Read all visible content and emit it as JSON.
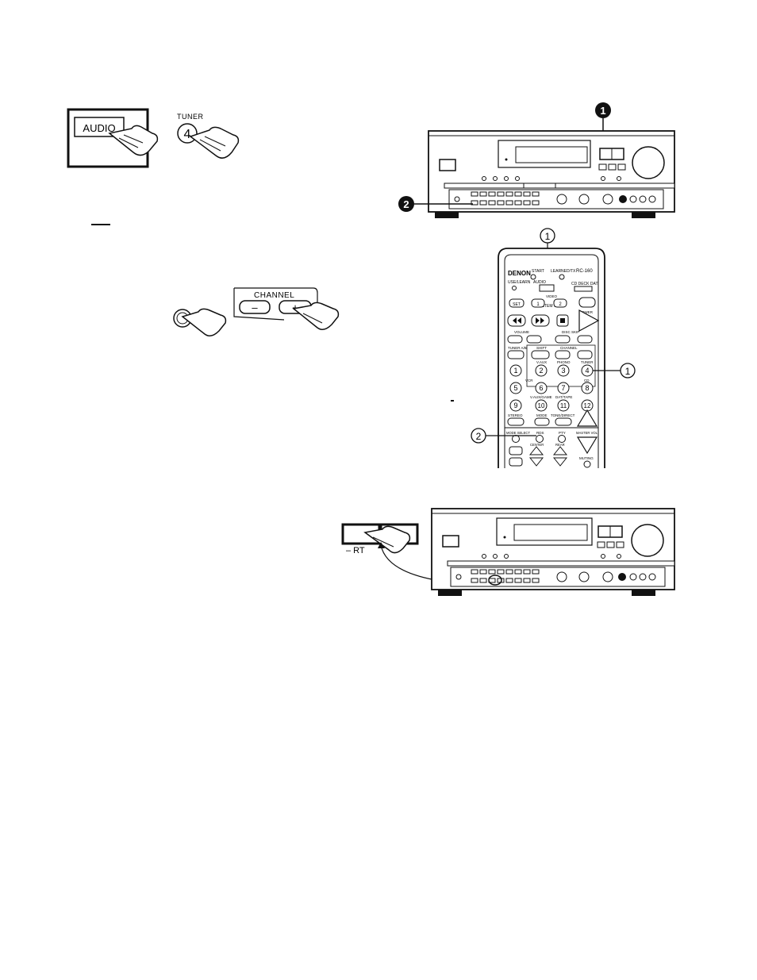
{
  "controls": {
    "audio_button": "AUDIO",
    "tuner_caption": "TUNER",
    "tuner_number": "4",
    "channel_caption": "CHANNEL",
    "channel_minus": "–",
    "channel_plus": "+",
    "rt_caption": "– RT"
  },
  "callouts": {
    "step1_badge": "1",
    "step2_badge": "2",
    "remote_top": "1",
    "remote_right": "1",
    "remote_left": "2"
  },
  "remote": {
    "brand": "DENON",
    "model": "RC-160",
    "row1": [
      "START",
      "LEARNED/TX"
    ],
    "user_learn": "USE/LEARN",
    "audio_label": "AUDIO",
    "cd_label": "CD DECK DAT",
    "video_label": "VIDEO",
    "system_call": "SYSTEM CALL",
    "set": "SET",
    "one": "1",
    "two": "2",
    "power": "POWER",
    "volume": "VOLUME",
    "disc_skip": "DISC SKIP",
    "tuner_ab": "TUNER A/B",
    "shift": "SHIFT",
    "channel": "CHANNEL",
    "tuner": "TUNER",
    "numbers": [
      "1",
      "2",
      "3",
      "4",
      "5",
      "6",
      "7",
      "8",
      "9",
      "10",
      "11",
      "12"
    ],
    "row_labels": [
      "V.AUX",
      "PHONO",
      "VCR",
      "CD",
      "V.AUX/GAME",
      "DAT/TAPE"
    ],
    "stereo": "STEREO",
    "mode": "MODE",
    "tone_direct": "TONE/DIRECT",
    "mode_select": "MODE SELECT",
    "rds": "RDS",
    "pty": "PTY",
    "master_vol": "MASTER VOL",
    "muting": "MUTING",
    "center": "CENTER",
    "rear": "REAR"
  }
}
